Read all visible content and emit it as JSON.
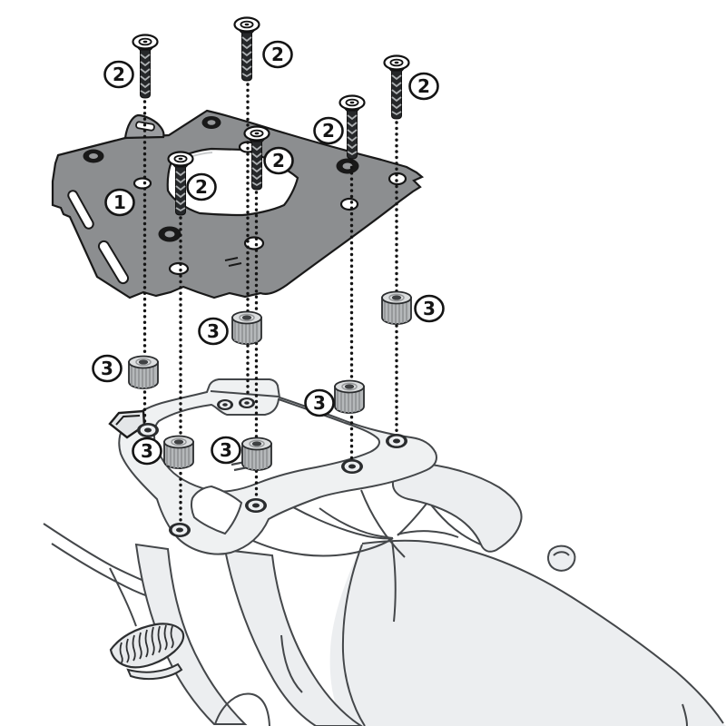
{
  "diagram": {
    "kind": "exploded-assembly-instructions",
    "background": "#ffffff",
    "colors": {
      "plate_fill": "#8c8e90",
      "plate_outline": "#191919",
      "body_line": "#44474a",
      "body_fill": "#eceef0",
      "rack_fill": "#eff1f2",
      "spacer_fill": "#b5b8ba",
      "screw_fill": "#26282a",
      "callout_border": "#141414"
    },
    "parts": [
      {
        "number": "1",
        "name": "mounting-plate",
        "callout_count": 1
      },
      {
        "number": "2",
        "name": "countersunk-screw",
        "callout_count": 6
      },
      {
        "number": "3",
        "name": "knurled-spacer",
        "callout_count": 6
      }
    ],
    "callouts": [
      {
        "label": "1"
      },
      {
        "label": "2"
      },
      {
        "label": "2"
      },
      {
        "label": "2"
      },
      {
        "label": "2"
      },
      {
        "label": "2"
      },
      {
        "label": "2"
      },
      {
        "label": "3"
      },
      {
        "label": "3"
      },
      {
        "label": "3"
      },
      {
        "label": "3"
      },
      {
        "label": "3"
      },
      {
        "label": "3"
      }
    ]
  }
}
